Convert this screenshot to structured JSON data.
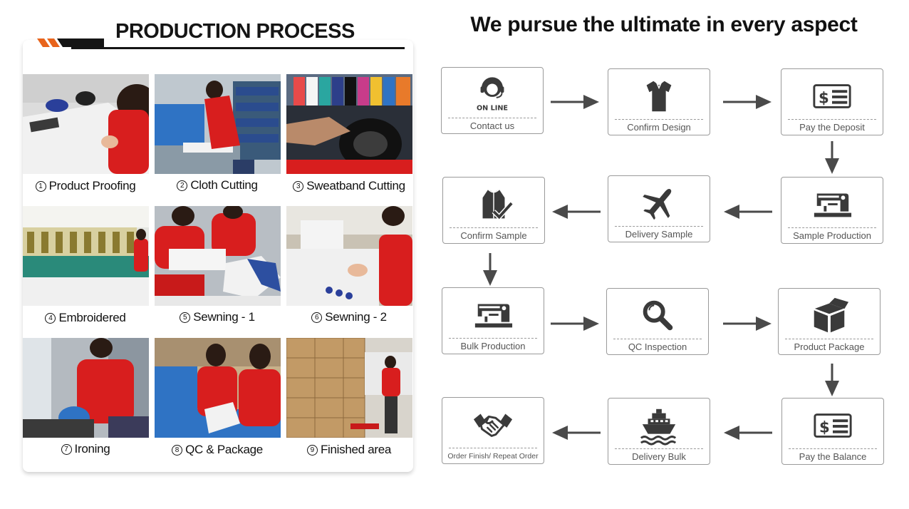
{
  "left": {
    "title": "PRODUCTION PROCESS",
    "items": [
      {
        "num": "1",
        "label": "Product Proofing"
      },
      {
        "num": "2",
        "label": "Cloth Cutting"
      },
      {
        "num": "3",
        "label": "Sweatband Cutting"
      },
      {
        "num": "4",
        "label": "Embroidered"
      },
      {
        "num": "5",
        "label": "Sewning - 1"
      },
      {
        "num": "6",
        "label": "Sewning - 2"
      },
      {
        "num": "7",
        "label": "Ironing"
      },
      {
        "num": "8",
        "label": "QC & Package"
      },
      {
        "num": "9",
        "label": "Finished area"
      }
    ]
  },
  "right": {
    "title": "We pursue the ultimate in every aspect",
    "steps": [
      {
        "label": "Contact us",
        "icon": "online-support-icon",
        "icon_text": "ON LINE"
      },
      {
        "label": "Confirm Design",
        "icon": "shirt-icon"
      },
      {
        "label": "Pay the Deposit",
        "icon": "payment-icon",
        "icon_text": "$"
      },
      {
        "label": "Sample Production",
        "icon": "sewing-machine-icon"
      },
      {
        "label": "Delivery  Sample",
        "icon": "airplane-icon"
      },
      {
        "label": "Confirm  Sample",
        "icon": "jacket-check-icon"
      },
      {
        "label": "Bulk Production",
        "icon": "sewing-machine-icon"
      },
      {
        "label": "QC Inspection",
        "icon": "magnifier-icon"
      },
      {
        "label": "Product Package",
        "icon": "package-box-icon"
      },
      {
        "label": "Pay the Balance",
        "icon": "payment-icon",
        "icon_text": "$"
      },
      {
        "label": "Delivery Bulk",
        "icon": "cargo-ship-icon"
      },
      {
        "label": "Order Finish/ Repeat Order",
        "icon": "handshake-icon"
      }
    ]
  },
  "colors": {
    "accent_orange": "#e8641c",
    "shirt_red": "#d81e1e",
    "icon_gray": "#3a3a3a",
    "arrow_gray": "#4a4a4a"
  }
}
